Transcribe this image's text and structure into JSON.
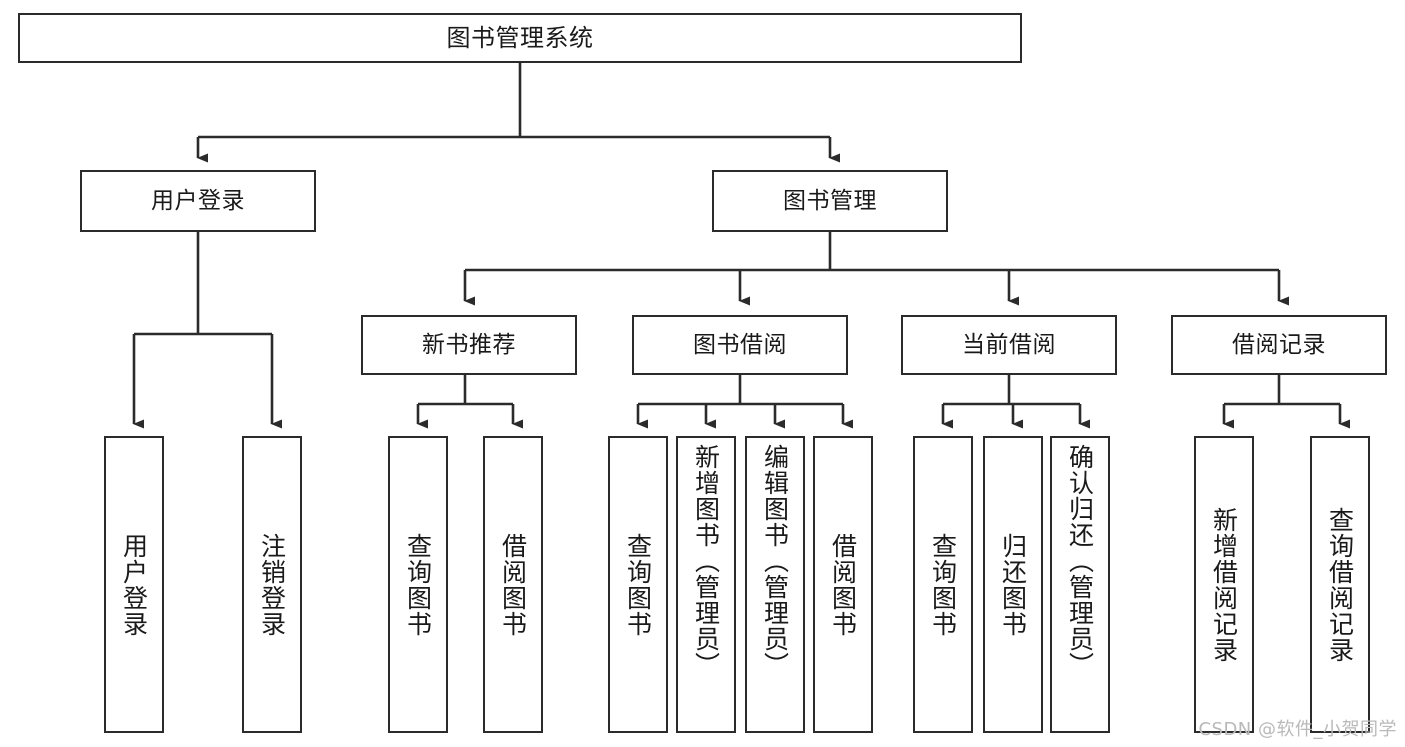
{
  "diagram": {
    "title": "图书管理系统",
    "type": "hierarchy-tree",
    "watermark": "CSDN @软件_小贺同学",
    "colors": {
      "stroke": "#2b2b2b",
      "fill": "#ffffff",
      "text": "#1a1a1a",
      "watermark": "#b9b9b9"
    },
    "levels": {
      "root": {
        "label": "图书管理系统"
      },
      "level1": [
        {
          "id": "user-login",
          "label": "用户登录"
        },
        {
          "id": "book-manage",
          "label": "图书管理"
        }
      ],
      "level2": [
        {
          "id": "new-book-recommend",
          "label": "新书推荐",
          "parent": "book-manage"
        },
        {
          "id": "book-borrow",
          "label": "图书借阅",
          "parent": "book-manage"
        },
        {
          "id": "current-borrow",
          "label": "当前借阅",
          "parent": "book-manage"
        },
        {
          "id": "borrow-record",
          "label": "借阅记录",
          "parent": "book-manage"
        }
      ],
      "leaves": [
        {
          "id": "leaf-user-login",
          "label": "用户登录",
          "parent": "user-login"
        },
        {
          "id": "leaf-logout",
          "label": "注销登录",
          "parent": "user-login"
        },
        {
          "id": "leaf-query-book-1",
          "label": "查询图书",
          "parent": "new-book-recommend"
        },
        {
          "id": "leaf-borrow-book-1",
          "label": "借阅图书",
          "parent": "new-book-recommend"
        },
        {
          "id": "leaf-query-book-2",
          "label": "查询图书",
          "parent": "book-borrow"
        },
        {
          "id": "leaf-add-book",
          "label": "新增图书（管理员）",
          "parent": "book-borrow"
        },
        {
          "id": "leaf-edit-book",
          "label": "编辑图书（管理员）",
          "parent": "book-borrow"
        },
        {
          "id": "leaf-borrow-book-2",
          "label": "借阅图书",
          "parent": "book-borrow"
        },
        {
          "id": "leaf-query-book-3",
          "label": "查询图书",
          "parent": "current-borrow"
        },
        {
          "id": "leaf-return-book",
          "label": "归还图书",
          "parent": "current-borrow"
        },
        {
          "id": "leaf-confirm-return",
          "label": "确认归还（管理员）",
          "parent": "current-borrow"
        },
        {
          "id": "leaf-add-record",
          "label": "新增借阅记录",
          "parent": "borrow-record"
        },
        {
          "id": "leaf-query-record",
          "label": "查询借阅记录",
          "parent": "borrow-record"
        }
      ]
    }
  }
}
